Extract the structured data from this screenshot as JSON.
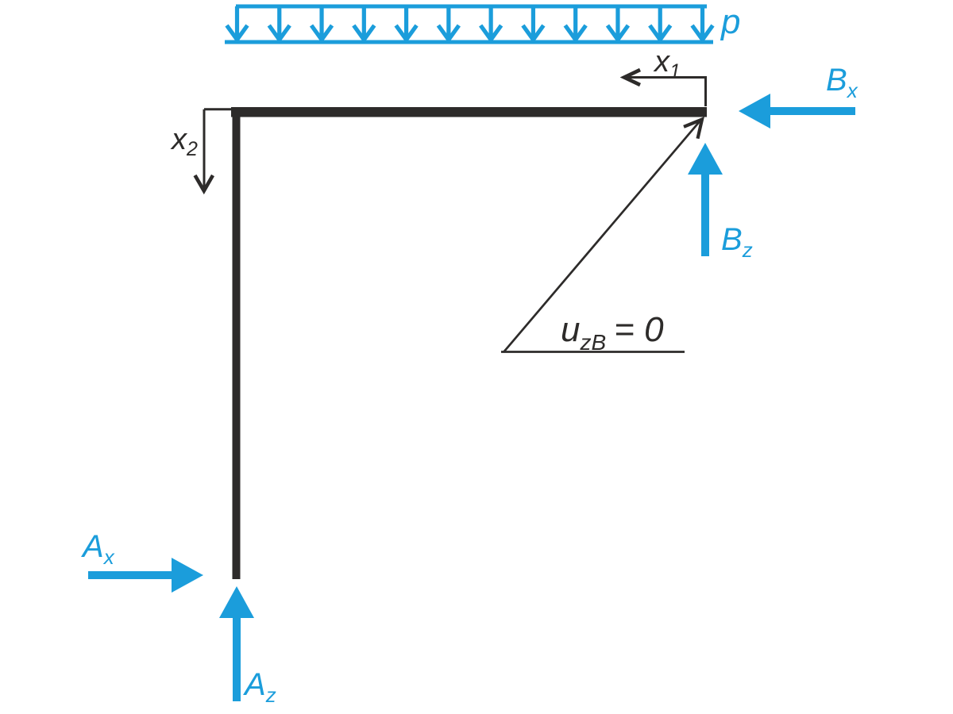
{
  "colors": {
    "accent_blue": "#1b9ddb",
    "line_black": "#2d2b2a"
  },
  "load": {
    "label": "p",
    "arrow_count": 12
  },
  "axes": {
    "x1": {
      "base": "x",
      "sub": "1"
    },
    "x2": {
      "base": "x",
      "sub": "2"
    }
  },
  "forces": {
    "bx": {
      "base": "B",
      "sub": "x"
    },
    "bz": {
      "base": "B",
      "sub": "z"
    },
    "ax": {
      "base": "A",
      "sub": "x"
    },
    "az": {
      "base": "A",
      "sub": "z"
    }
  },
  "annotation": {
    "base": "u",
    "sub": "zB",
    "rest": "= 0"
  }
}
